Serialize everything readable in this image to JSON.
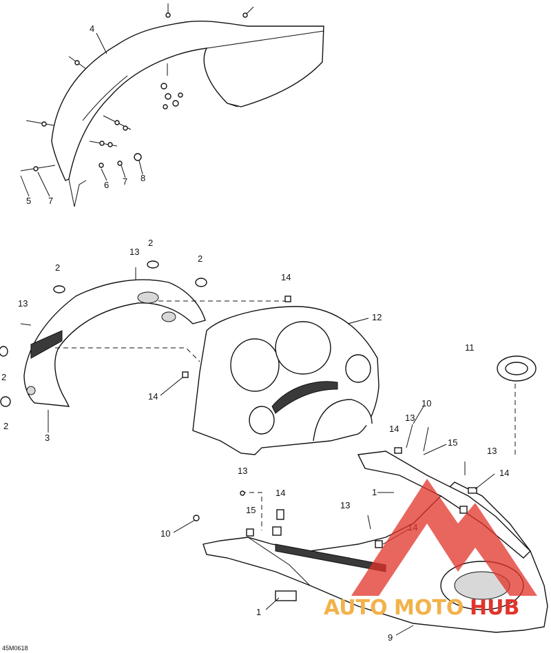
{
  "callouts": {
    "c4": "4",
    "c5": "5",
    "c6": "6",
    "c7a": "7",
    "c7b": "7",
    "c8": "8",
    "c13a": "13",
    "c2a": "2",
    "c2b": "2",
    "c2c": "2",
    "c13b": "13",
    "c2d": "2",
    "c2e": "2",
    "c3": "3",
    "c14a": "14",
    "c12": "12",
    "c14b": "14",
    "c11": "11",
    "c10a": "10",
    "c13c": "13",
    "c14c": "14",
    "c15a": "15",
    "c13d": "13",
    "c14d": "14",
    "c1a": "1",
    "c13e": "13",
    "c14e": "14",
    "c15b": "15",
    "c10b": "10",
    "c13f": "13",
    "c14f": "14",
    "c1b": "1",
    "c9": "9"
  },
  "figure_ref": "45M0618",
  "watermark": {
    "text_a": "AUTO",
    "text_b": "MOTO",
    "text_c": "HUB",
    "color_primary": "#e2332a",
    "color_secondary": "#f2b24a"
  }
}
